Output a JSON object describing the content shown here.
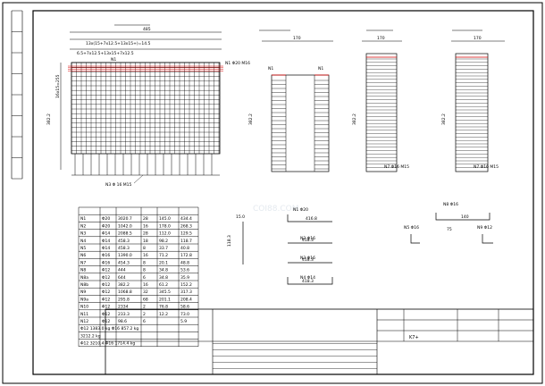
{
  "views": {
    "front": {
      "title": "",
      "dim_top": "485",
      "dim_n1": "N1",
      "dim_s": "382.2",
      "label_mid": "N1 Φ20 M16",
      "label_bot": "N3 Φ 16 M15"
    },
    "cross_a": {
      "title": "",
      "dim_top": "170",
      "dim_s": "382.2"
    },
    "side_a": {
      "title": "",
      "dim_top": "170",
      "dim_s": "382.2"
    },
    "side_b": {
      "title": "",
      "dim_top": "170",
      "dim_s": "382.2"
    }
  },
  "table": {
    "title": "",
    "headers": [
      "",
      "",
      "",
      "",
      "",
      ""
    ],
    "rows": [
      [
        "N1",
        "Φ20",
        "3020.7",
        "28",
        "145.0",
        "434.4"
      ],
      [
        "N2",
        "Φ20",
        "1042.0",
        "16",
        "178.0",
        "268.3"
      ],
      [
        "N3",
        "Φ14",
        "2088.5",
        "28",
        "112.0",
        "129.5"
      ],
      [
        "N4",
        "Φ14",
        "458.3",
        "18",
        "98.2",
        "118.7"
      ],
      [
        "N5",
        "Φ14",
        "458.3",
        "8",
        "33.7",
        "40.8"
      ],
      [
        "N6",
        "Φ16",
        "1390.0",
        "16",
        "71.2",
        "172.8"
      ],
      [
        "N7",
        "Φ16",
        "454.3",
        "8",
        "20.1",
        "48.8"
      ],
      [
        "N8",
        "Φ12",
        "444",
        "8",
        "34.8",
        "53.6"
      ],
      [
        "N8a",
        "Φ12",
        "644",
        "6",
        "34.8",
        "35.9"
      ],
      [
        "N8b",
        "Φ12",
        "382.2",
        "16",
        "61.2",
        "152.2"
      ],
      [
        "N9",
        "Φ12",
        "1068.8",
        "32",
        "345.5",
        "317.3"
      ],
      [
        "N9a",
        "Φ12",
        "295.8",
        "68",
        "201.1",
        "208.4"
      ],
      [
        "N10",
        "Φ12",
        "2334",
        "2",
        "76.8",
        "58.6"
      ],
      [
        "N11",
        "Φ12",
        "233.3",
        "2",
        "12.2",
        "73.0"
      ],
      [
        "N12",
        "Φ12",
        "98.6",
        "6",
        "",
        "5.9"
      ]
    ],
    "sum1": [
      "",
      "Φ12",
      "1383.0",
      "kg",
      "Φ16",
      "857.2",
      "kg"
    ],
    "sum2": [
      "",
      "",
      "3212.2",
      "kg"
    ],
    "sum3": [
      "",
      "Φ12",
      "3210.4",
      "",
      "Φ16",
      "1714.4",
      "kg"
    ]
  },
  "details": {
    "h1": "N1 Φ20",
    "h2": "N2 Φ16",
    "h3": "N3 Φ16",
    "h4": "N4 Φ14",
    "v1": "118.3",
    "v2": "416.8",
    "v3": "418.3",
    "r1": "N8 Φ16",
    "r2": "N9 Φ12",
    "r3": "140",
    "r4": "75"
  },
  "notes": {
    "n1": "",
    "n2": ""
  },
  "title_block": {
    "stamp": "",
    "project_label": "",
    "project_value": "",
    "design_label": "",
    "sheet_label": "",
    "sheet_value": "",
    "row_labels": [
      "",
      "",
      "",
      "",
      ""
    ],
    "drawing_title_1": "",
    "drawing_title_2": "",
    "date_label": "",
    "page": ""
  },
  "watermark": {
    "main": "",
    "sub": "COI88.COM"
  }
}
